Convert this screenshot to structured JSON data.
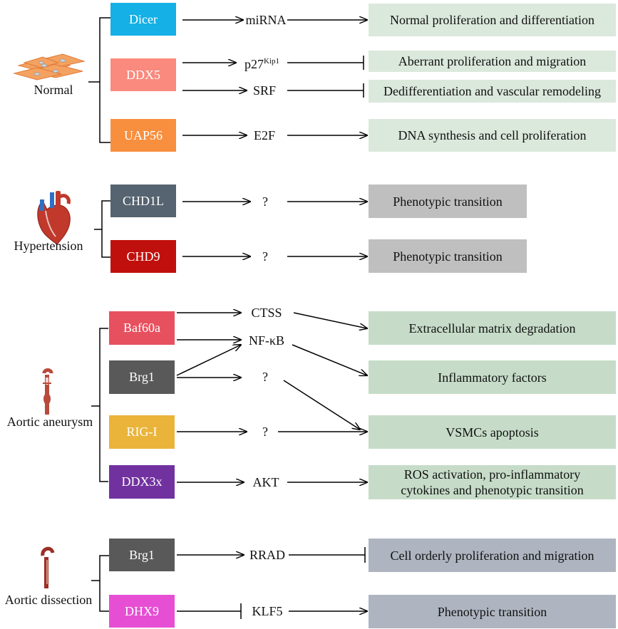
{
  "colors": {
    "normal_box": "#dbe8dc",
    "hypertension_box": "#bfbfbf",
    "aneurysm_box": "#c6dcc8",
    "dissection_box": "#aeb5c0",
    "dicer": "#14b0e6",
    "ddx5": "#f98a7d",
    "uap56": "#f88f3f",
    "chd1l": "#566370",
    "chd9": "#c0100d",
    "baf60a": "#e7505f",
    "brg1": "#595959",
    "rigi": "#eab43a",
    "ddx3x": "#7132a0",
    "dhx9": "#e64fd4"
  },
  "groups": {
    "normal": {
      "label": "Normal",
      "icon": "smooth-muscle-cells-icon",
      "genes": {
        "dicer": "Dicer",
        "ddx5": "DDX5",
        "uap56": "UAP56"
      },
      "mediators": {
        "mirna": "miRNA",
        "p27": "p27",
        "p27_sup": "Kip1",
        "srf": "SRF",
        "e2f": "E2F"
      },
      "outcomes": {
        "o1": "Normal proliferation and differentiation",
        "o2": "Aberrant proliferation and migration",
        "o3": "Dedifferentiation and vascular remodeling",
        "o4": "DNA synthesis and cell proliferation"
      }
    },
    "hypertension": {
      "label": "Hypertension",
      "icon": "heart-icon",
      "genes": {
        "chd1l": "CHD1L",
        "chd9": "CHD9"
      },
      "mediators": {
        "q1": "?",
        "q2": "?"
      },
      "outcomes": {
        "o1": "Phenotypic transition",
        "o2": "Phenotypic transition"
      }
    },
    "aneurysm": {
      "label": "Aortic aneurysm",
      "icon": "aorta-aneurysm-icon",
      "genes": {
        "baf60a": "Baf60a",
        "brg1": "Brg1",
        "rigi": "RIG-I",
        "ddx3x": "DDX3x"
      },
      "mediators": {
        "ctss": "CTSS",
        "nfkb": "NF-κB",
        "q1": "?",
        "q2": "?",
        "akt": "AKT"
      },
      "outcomes": {
        "o1": "Extracellular matrix degradation",
        "o2": "Inflammatory factors",
        "o3": "VSMCs apoptosis",
        "o4_line1": "ROS activation, pro-inflammatory",
        "o4_line2": "cytokines and phenotypic transition"
      }
    },
    "dissection": {
      "label": "Aortic dissection",
      "icon": "aorta-dissection-icon",
      "genes": {
        "brg1": "Brg1",
        "dhx9": "DHX9"
      },
      "mediators": {
        "rrad": "RRAD",
        "klf5": "KLF5"
      },
      "outcomes": {
        "o1": "Cell orderly proliferation and migration",
        "o2": "Phenotypic transition"
      }
    }
  }
}
